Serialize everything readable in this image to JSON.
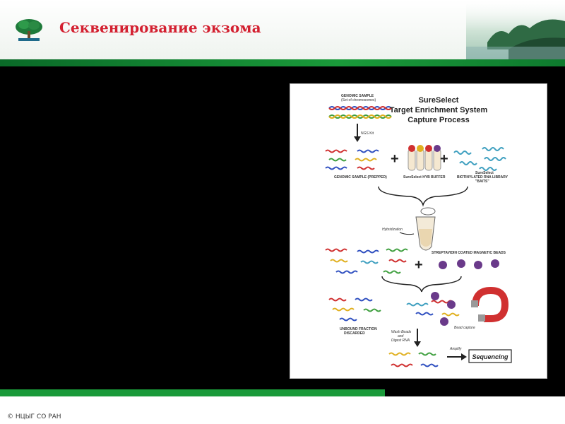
{
  "slide": {
    "title": "Секвенирование экзома",
    "footer": "© НЦЫГ СО РАН"
  },
  "diagram": {
    "heading": [
      "SureSelect",
      "Target Enrichment System",
      "Capture Process"
    ],
    "genomic_sample": [
      "GENOMIC SAMPLE",
      "(Set of chromosomes)"
    ],
    "ngs_kit": "NGS Kit",
    "genomic_sample_prepped": "GENOMIC SAMPLE (PREPPED)",
    "hyb_buffer": "SureSelect HYB BUFFER",
    "library": [
      "SureSelect",
      "BIOTINYLATED RNA LIBRARY",
      "\"BAITS\""
    ],
    "hybridization": "Hybridization",
    "beads": "STREPTAVIDIN COATED MAGNETIC BEADS",
    "unbound": [
      "UNBOUND FRACTION",
      "DISCARDED"
    ],
    "bead_capture": "Bead capture",
    "wash": [
      "Wash Beads",
      "and",
      "Digest RNA"
    ],
    "amplify": "Amplify",
    "sequencing": "Sequencing",
    "plus_sign": "+",
    "colors": {
      "red": "#d03030",
      "blue": "#3050c0",
      "yellow": "#e0b020",
      "teal": "#40a0c0",
      "green": "#40a040",
      "purple": "#6a3a8a"
    }
  }
}
